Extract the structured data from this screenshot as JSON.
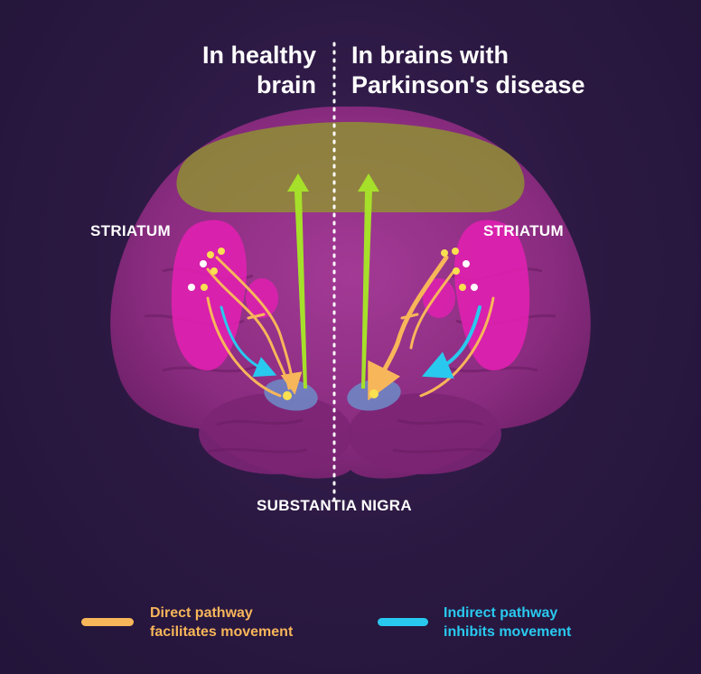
{
  "titles": {
    "healthy": "In healthy brain",
    "healthy_line1": "In healthy",
    "healthy_line2": "brain",
    "parkinsons_line1": "In brains with",
    "parkinsons_line2": "Parkinson's disease"
  },
  "labels": {
    "striatum_left": "STRIATUM",
    "striatum_right": "STRIATUM",
    "substantia_nigra": "SUBSTANTIA NIGRA"
  },
  "legend": {
    "direct_line1": "Direct pathway",
    "direct_line2": "facilitates movement",
    "indirect_line1": "Indirect pathway",
    "indirect_line2": "inhibits movement"
  },
  "colors": {
    "background": "#2a1840",
    "brain": "#8e2f83",
    "cortex_highlight": "#8a9a2a",
    "striatum": "#e020b0",
    "substantia_nigra": "#6f86c4",
    "direct_pathway": "#f8b65a",
    "indirect_pathway": "#29c9ef",
    "motor_signal": "#a6e02a",
    "divider": "#ffffff"
  }
}
